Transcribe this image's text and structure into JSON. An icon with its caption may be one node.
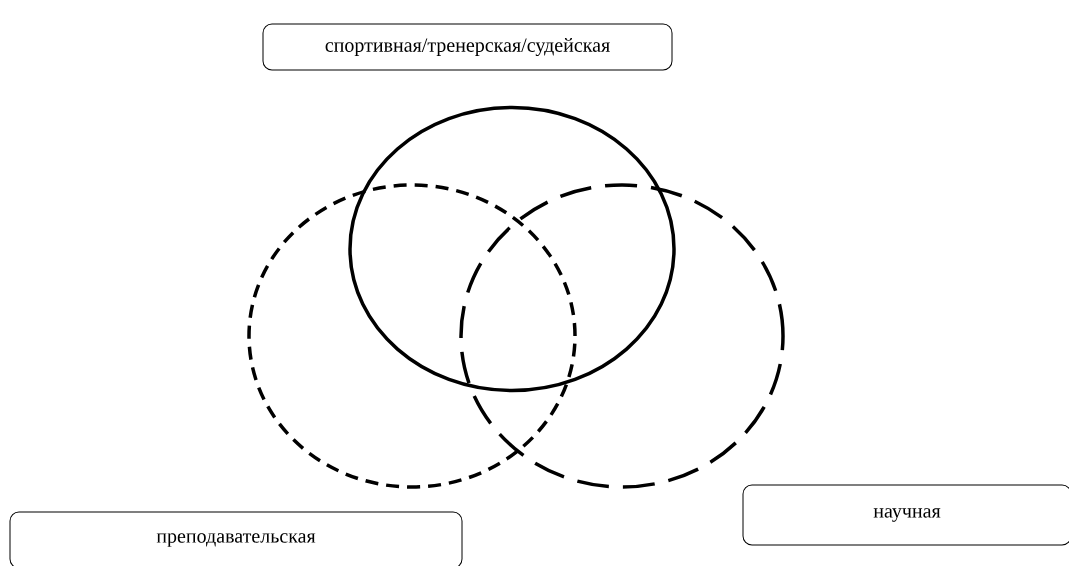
{
  "diagram": {
    "nodes": [
      {
        "text": [
          "спортивная/тренерская/судейская"
        ]
      },
      {
        "text": [],
        "shape": "circle"
      },
      {
        "text": [],
        "shape": "circle"
      },
      {
        "text": [],
        "shape": "circle"
      },
      {
        "text": [
          "преподавательская"
        ]
      },
      {
        "text": [
          "научная"
        ]
      }
    ]
  }
}
